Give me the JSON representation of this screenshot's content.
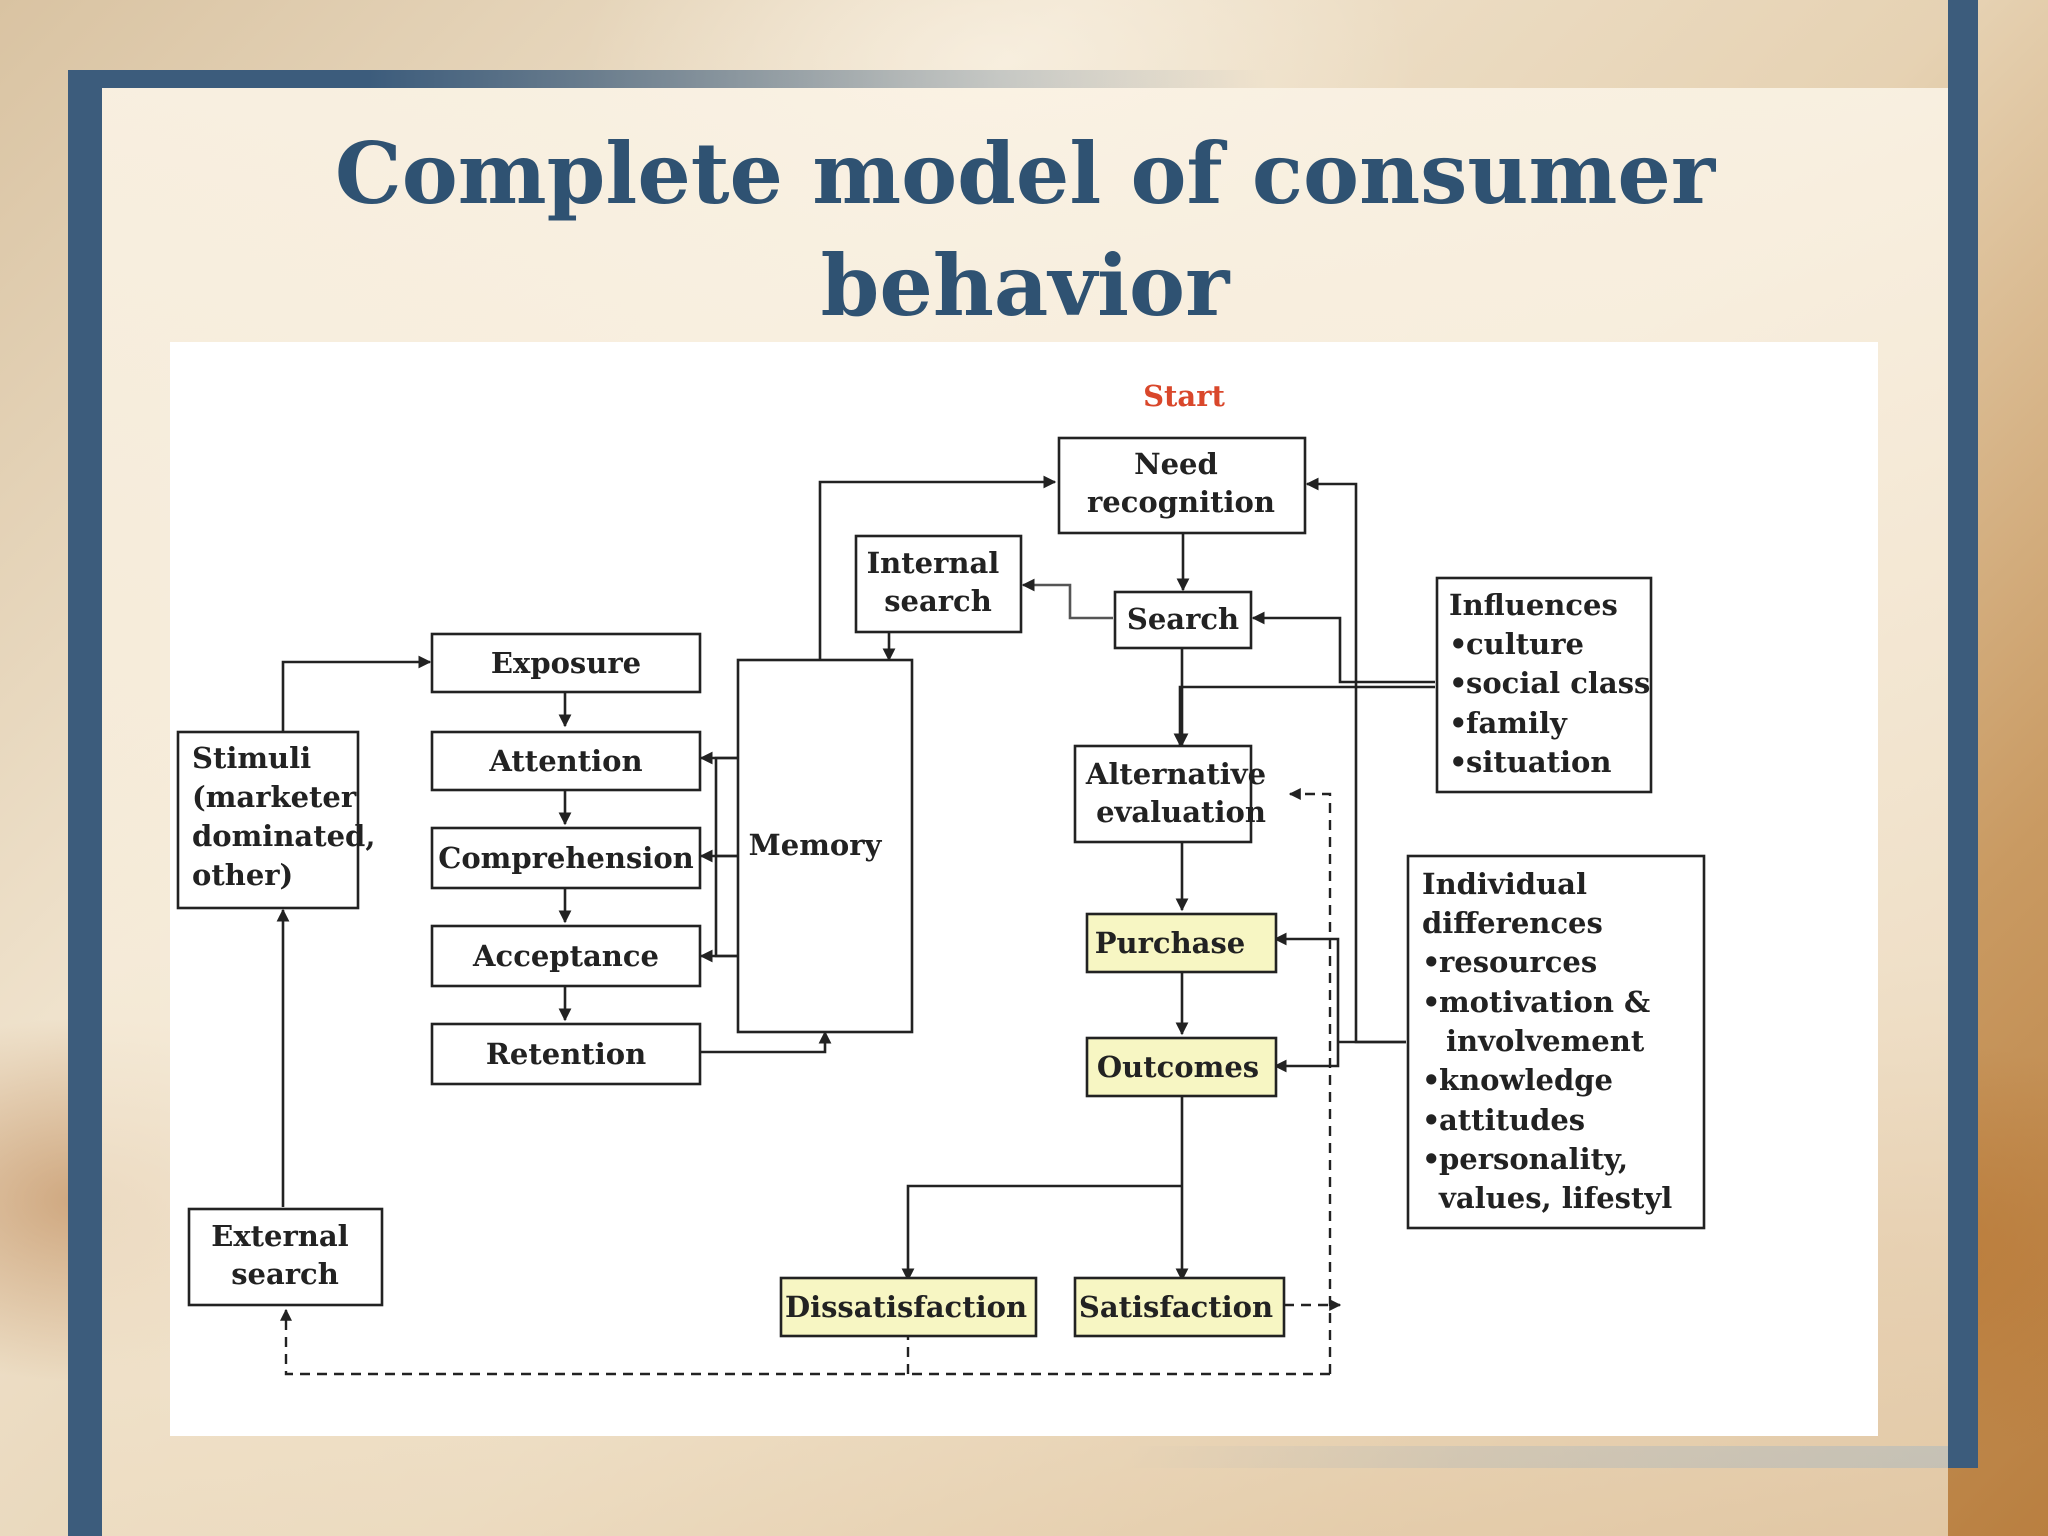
{
  "title": {
    "line1": "Complete model of consumer",
    "line2": "behavior"
  },
  "colors": {
    "title": "#2f5272",
    "frame": "#3c5c7c",
    "start": "#d9472b",
    "highlight_box": "#f7f6c3"
  },
  "diagram": {
    "start": "Start",
    "need_recognition": [
      "Need",
      "recognition"
    ],
    "internal_search": [
      "Internal",
      "search"
    ],
    "search": "Search",
    "influences": {
      "heading": "Influences",
      "items": [
        "culture",
        "social class",
        "family",
        "situation"
      ]
    },
    "exposure": "Exposure",
    "attention": "Attention",
    "comprehension": "Comprehension",
    "acceptance": "Acceptance",
    "retention": "Retention",
    "memory": "Memory",
    "stimuli": [
      "Stimuli",
      "(marketer",
      "dominated,",
      "other)"
    ],
    "alternative_evaluation": [
      "Alternative",
      "evaluation"
    ],
    "purchase": "Purchase",
    "outcomes": "Outcomes",
    "individual_differences": {
      "heading": [
        "Individual",
        "differences"
      ],
      "items": [
        "resources",
        "motivation &",
        "involvement",
        "knowledge",
        "attitudes",
        "personality,",
        "values, lifestyl"
      ]
    },
    "external_search": [
      "External",
      "search"
    ],
    "dissatisfaction": "Dissatisfaction",
    "satisfaction": "Satisfaction"
  }
}
